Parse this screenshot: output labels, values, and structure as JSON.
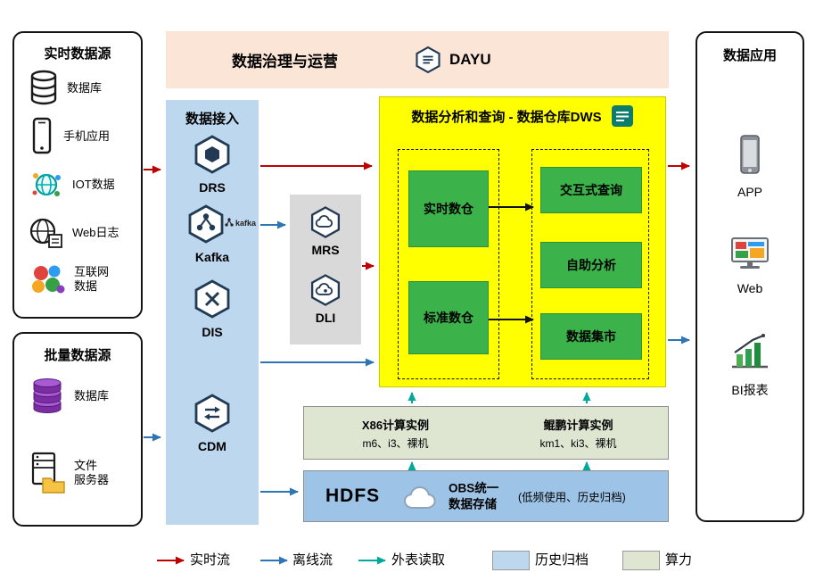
{
  "governance": {
    "title": "数据治理与运营",
    "logo_text": "DAYU"
  },
  "realtime_sources": {
    "title": "实时数据源",
    "items": [
      {
        "label": "数据库",
        "icon": "database-icon"
      },
      {
        "label": "手机应用",
        "icon": "mobile-app-icon"
      },
      {
        "label": "IOT数据",
        "icon": "iot-icon"
      },
      {
        "label": "Web日志",
        "icon": "web-log-icon"
      },
      {
        "label": "互联网\n数据",
        "icon": "internet-data-icon"
      }
    ]
  },
  "batch_sources": {
    "title": "批量数据源",
    "items": [
      {
        "label": "数据库",
        "icon": "database-stack-icon"
      },
      {
        "label": "文件\n服务器",
        "icon": "file-server-icon"
      }
    ]
  },
  "ingestion": {
    "title": "数据接入",
    "services": [
      {
        "label": "DRS"
      },
      {
        "label": "Kafka",
        "logo_text": "kafka"
      },
      {
        "label": "DIS"
      },
      {
        "label": "CDM"
      }
    ]
  },
  "processing": {
    "services": [
      {
        "label": "MRS"
      },
      {
        "label": "DLI"
      }
    ]
  },
  "dws": {
    "title": "数据分析和查询 - 数据仓库DWS",
    "warehouses": [
      {
        "label": "实时数仓"
      },
      {
        "label": "标准数仓"
      }
    ],
    "services": [
      {
        "label": "交互式查询"
      },
      {
        "label": "自助分析"
      },
      {
        "label": "数据集市"
      }
    ]
  },
  "compute": {
    "x86": {
      "title": "X86计算实例",
      "specs": "m6、i3、裸机"
    },
    "kunpeng": {
      "title": "鲲鹏计算实例",
      "specs": "km1、ki3、裸机"
    }
  },
  "storage": {
    "hdfs": "HDFS",
    "obs": "OBS统一\n数据存储",
    "note": "(低频使用、历史归档)"
  },
  "applications": {
    "title": "数据应用",
    "items": [
      {
        "label": "APP",
        "icon": "app-phone-icon"
      },
      {
        "label": "Web",
        "icon": "web-browser-icon"
      },
      {
        "label": "BI报表",
        "icon": "bi-report-icon"
      }
    ]
  },
  "legend": {
    "realtime_flow": "实时流",
    "offline_flow": "离线流",
    "external_read": "外表读取",
    "history_archive": "历史归档",
    "compute_power": "算力"
  },
  "colors": {
    "realtime": "#c00000",
    "offline": "#2e75b6",
    "external": "#00a99b",
    "archive_fill": "#bdd7ee",
    "compute_fill": "#dee6d2",
    "dws_fill": "#ffff00",
    "module_green": "#3cb24a"
  }
}
